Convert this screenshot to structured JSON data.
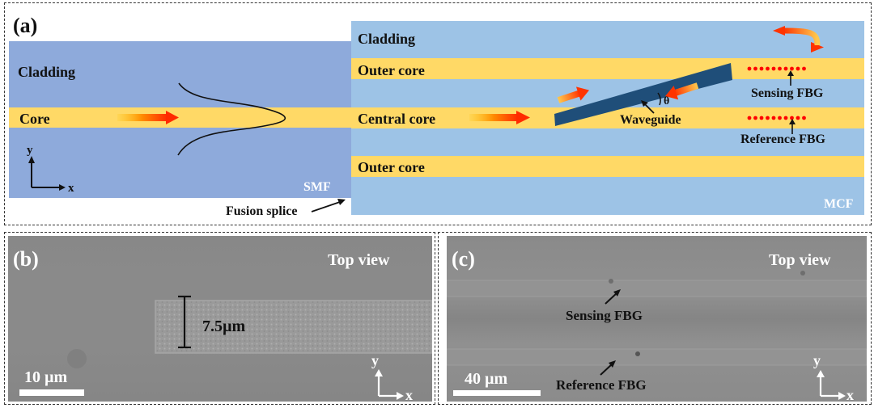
{
  "panel_a": {
    "label": "(a)",
    "smf": {
      "name": "SMF",
      "cladding_label": "Cladding",
      "core_label": "Core",
      "axes": {
        "y": "y",
        "x": "x"
      },
      "fusion_splice_label": "Fusion splice"
    },
    "mcf": {
      "name": "MCF",
      "cladding_label": "Cladding",
      "outer_core_top_label": "Outer core",
      "central_core_label": "Central core",
      "outer_core_bottom_label": "Outer core",
      "waveguide_label": "Waveguide",
      "angle_label": "θ",
      "sensing_fbg_label": "Sensing FBG",
      "reference_fbg_label": "Reference FBG",
      "fbg_dot_count": 10
    },
    "colors": {
      "smf_cladding": "#8eaadb",
      "mcf_cladding": "#9dc3e6",
      "core": "#ffd966",
      "waveguide": "#1f4e79",
      "fbg_dot": "#ff0000",
      "arrow_start": "#ffc000",
      "arrow_end": "#ff2a00",
      "fiber_label_white": "#ffffff"
    }
  },
  "panel_b": {
    "label": "(b)",
    "view_label": "Top view",
    "width_annotation": "7.5µm",
    "scale_bar_label": "10 µm",
    "axes": {
      "y": "y",
      "x": "x"
    }
  },
  "panel_c": {
    "label": "(c)",
    "view_label": "Top view",
    "sensing_label": "Sensing FBG",
    "reference_label": "Reference FBG",
    "scale_bar_label": "40 µm",
    "axes": {
      "y": "y",
      "x": "x"
    }
  }
}
